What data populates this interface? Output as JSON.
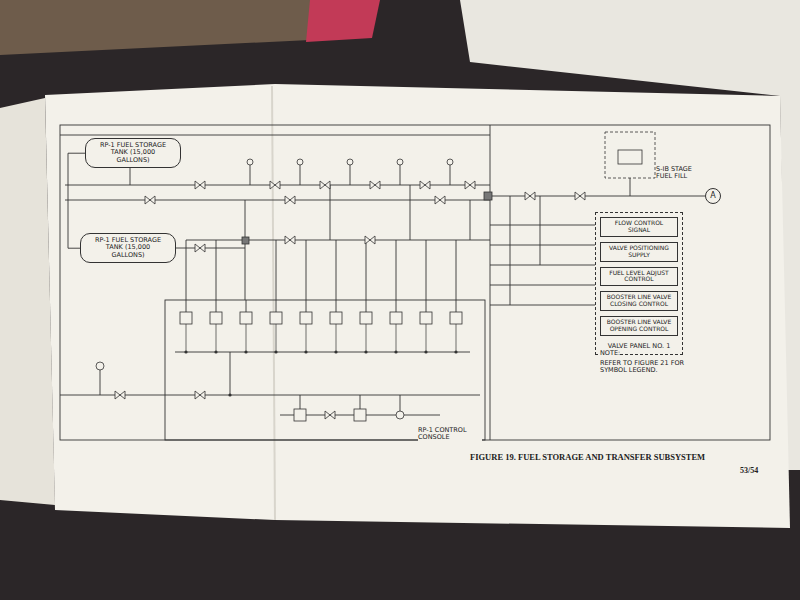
{
  "diagram": {
    "caption": "FIGURE 19. FUEL STORAGE AND TRANSFER SUBSYSTEM",
    "nodes": [
      {
        "text": [
          "RP-1 FUEL STORAGE TANK (15,000 GALLONS)"
        ]
      },
      {
        "text": [
          "RP-1 FUEL STORAGE TANK (15,000 GALLONS)"
        ]
      },
      {
        "text": [
          "VALVE PANEL NO. 1"
        ]
      },
      {
        "text": [
          "FLOW CONTROL SIGNAL"
        ],
        "in": 2
      },
      {
        "text": [
          "VALVE POSITIONING SUPPLY"
        ],
        "in": 2
      },
      {
        "text": [
          "FUEL LEVEL ADJUST CONTROL"
        ],
        "in": 2
      },
      {
        "text": [
          "BOOSTER LINE VALVE CLOSING CONTROL"
        ],
        "in": 2
      },
      {
        "text": [
          "BOOSTER LINE VALVE OPENING CONTROL"
        ],
        "in": 2
      },
      {
        "text": [
          "A"
        ]
      }
    ],
    "edges": [
      {
        "from": 0,
        "to": 1,
        "arrow": "none"
      }
    ],
    "labels": [
      "S-IB STAGE FUEL FILL",
      "NOTE:",
      "REFER TO FIGURE 21 FOR SYMBOL LEGEND.",
      "RP-1 CONTROL CONSOLE",
      "53/54"
    ]
  }
}
